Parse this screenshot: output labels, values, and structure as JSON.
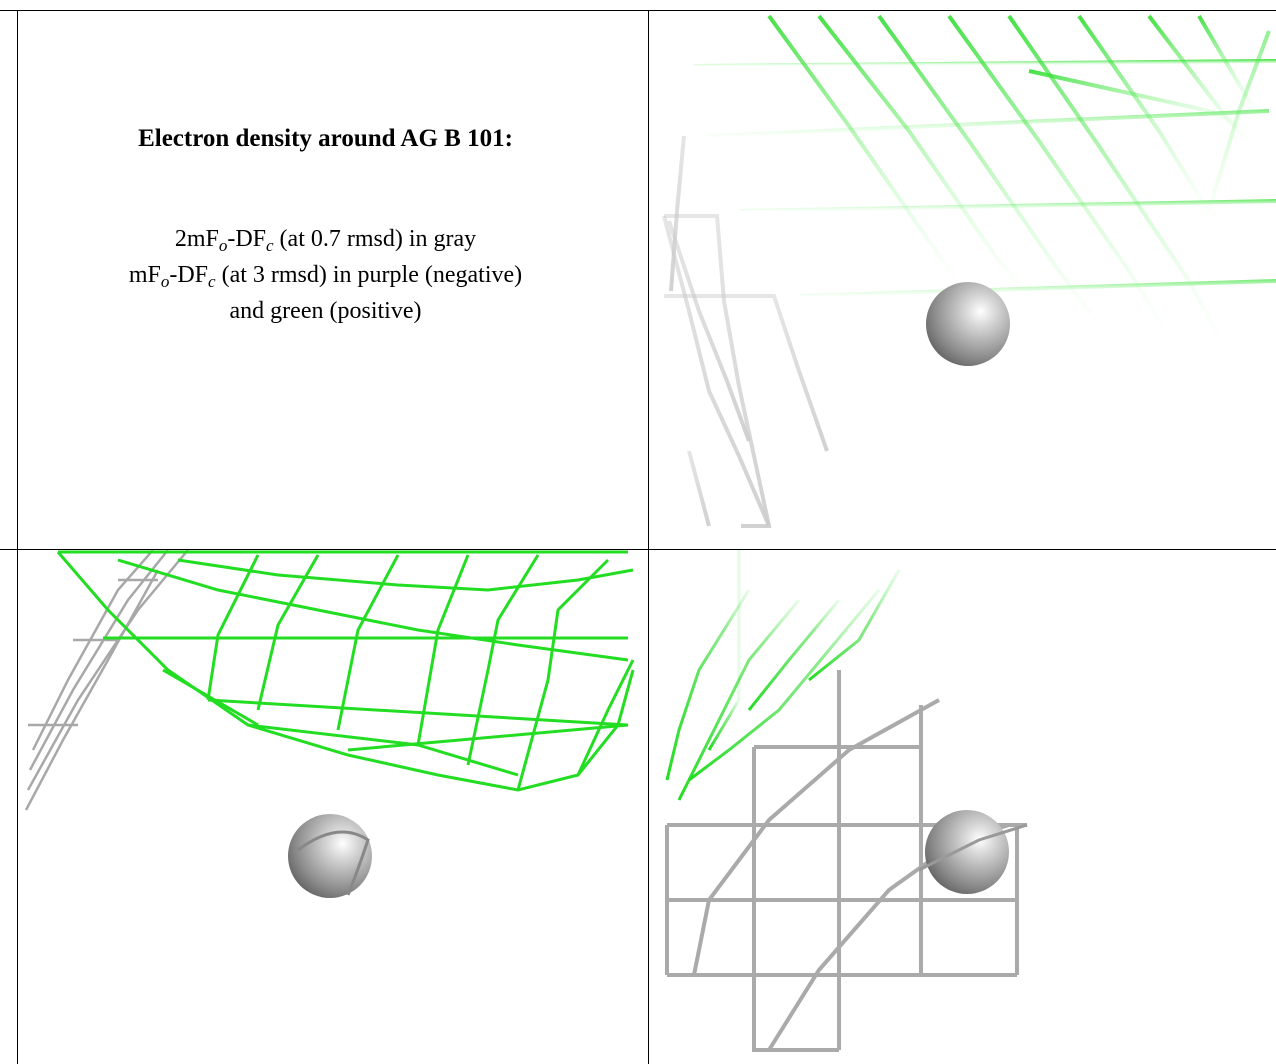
{
  "caption": {
    "title": "Electron density around AG B 101:",
    "line1_pre": "2mF",
    "line1_sub1": "o",
    "line1_mid": "-DF",
    "line1_sub2": "c",
    "line1_post": " (at 0.7 rmsd) in gray",
    "line2_pre": "mF",
    "line2_sub1": "o",
    "line2_mid": "-DF",
    "line2_sub2": "c",
    "line2_post": " (at 3 rmsd) in purple (negative)",
    "line3": "and green (positive)"
  },
  "colors": {
    "positive_mesh": "#22dd22",
    "gray_mesh": "#aaaaaa",
    "atom": "#b0b0b0"
  },
  "panels": [
    "caption-panel",
    "view-top-right",
    "view-bottom-left",
    "view-bottom-right"
  ]
}
